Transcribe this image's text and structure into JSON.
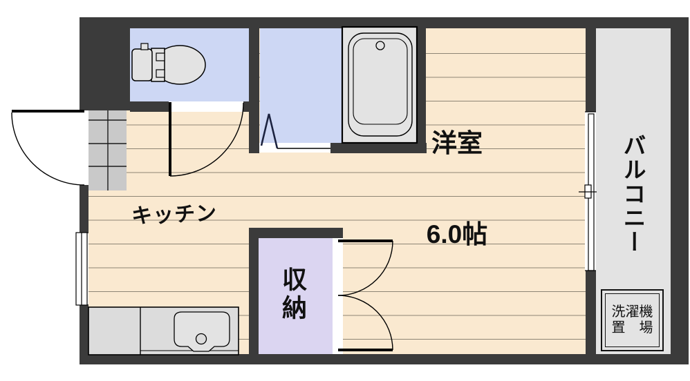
{
  "floorplan": {
    "rooms": {
      "kitchen": {
        "label": "キッチン"
      },
      "main_room": {
        "name": "洋室",
        "size": "6.0帖"
      },
      "storage": {
        "label": "収納"
      },
      "balcony": {
        "label": "バルコニー"
      },
      "washer_space": {
        "line1": "洗濯機",
        "line2": "置　場"
      }
    },
    "fixtures": {
      "toilet": "toilet-icon",
      "bathtub": "bathtub-icon",
      "kitchen_sink": "kitchen-sink-icon",
      "entry_door": "swing-door",
      "toilet_door": "swing-door",
      "storage_doors": "double-swing-door",
      "bath_door": "folding-door"
    },
    "colors": {
      "wall": "#3b3b3b",
      "flooring": "#fae9d0",
      "floor_line": "#8d8574",
      "wet_room": "#cdd7f4",
      "storage": "#dbd5f1",
      "balcony": "#e3e3e3",
      "entry_tile": "#c9c9c9",
      "fixture_fill": "#e3e3e3",
      "text": "#111111"
    }
  }
}
